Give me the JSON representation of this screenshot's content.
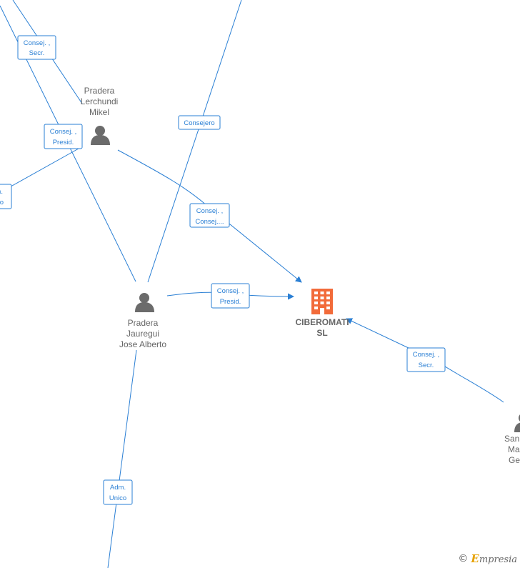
{
  "nodes": {
    "pradera_lerchundi": {
      "name": [
        "Pradera",
        "Lerchundi",
        "Mikel"
      ],
      "icon": "person-icon"
    },
    "pradera_jauregui": {
      "name": [
        "Pradera",
        "Jauregui",
        "Jose Alberto"
      ],
      "icon": "person-icon"
    },
    "ciberomati": {
      "name": [
        "CIBEROMATI",
        "SL"
      ],
      "icon": "building-icon",
      "color": "#f26b3a"
    },
    "san_partial": {
      "name": [
        "San",
        "Ma",
        "Ge"
      ],
      "icon": "person-icon"
    }
  },
  "edge_labels": {
    "top_left_consej_secr": [
      "Consej. ,",
      "Secr."
    ],
    "consej_presid_left": [
      "Consej. ,",
      "Presid."
    ],
    "left_edge_partial": [
      "n.",
      "co"
    ],
    "consejero": [
      "Consejero"
    ],
    "consej_consej": [
      "Consej. ,",
      "Consej...."
    ],
    "consej_presid_center": [
      "Consej. ,",
      "Presid."
    ],
    "consej_secr_right": [
      "Consej. ,",
      "Secr."
    ],
    "adm_unico": [
      "Adm.",
      "Unico"
    ]
  },
  "colors": {
    "edge": "#2a7fd4",
    "company": "#f26b3a",
    "person": "#6b6b6b"
  },
  "footer": {
    "copyright": "©",
    "brand_initial": "E",
    "brand_rest": "mpresia"
  }
}
